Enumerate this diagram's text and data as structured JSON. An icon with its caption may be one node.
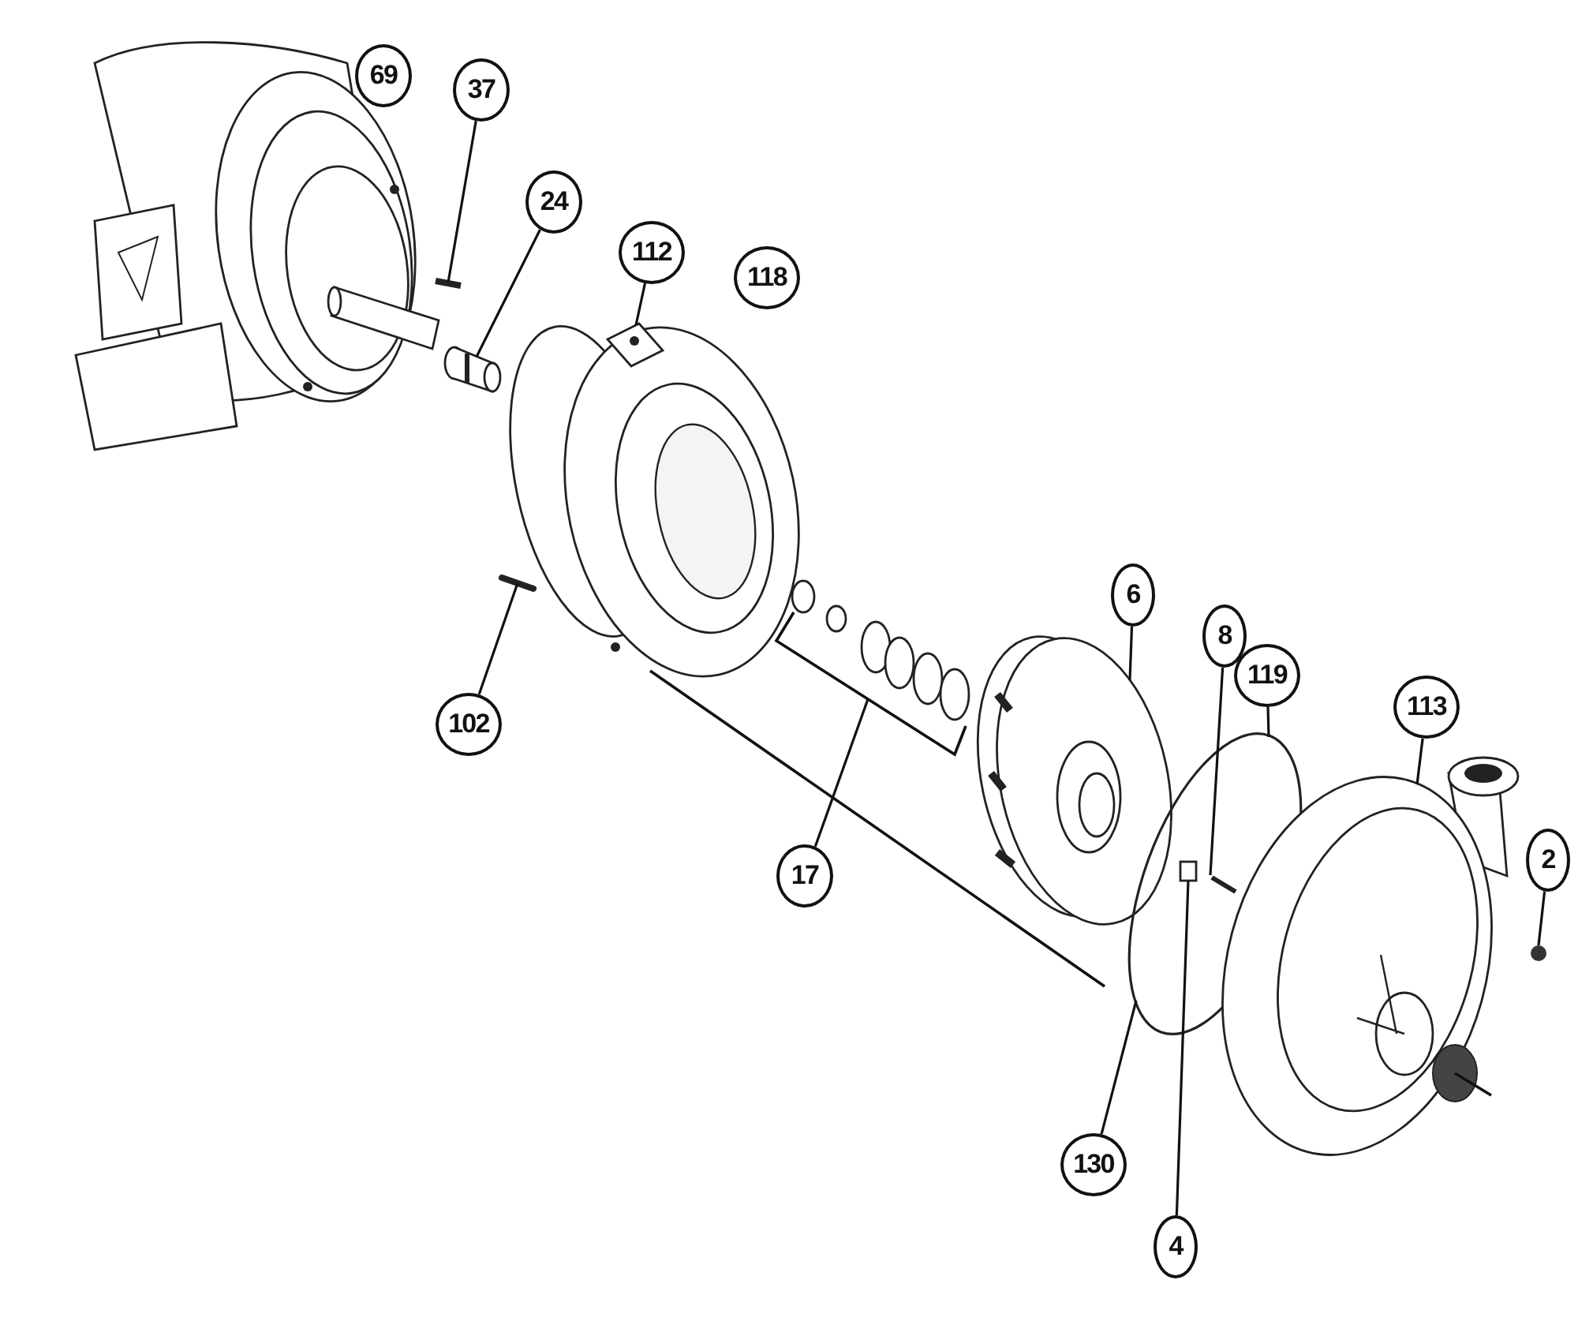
{
  "diagram": {
    "nodes": [
      {
        "text": [
          "69"
        ]
      },
      {
        "text": [
          "37"
        ]
      },
      {
        "text": [
          "24"
        ]
      },
      {
        "text": [
          "112"
        ]
      },
      {
        "text": [
          "118"
        ]
      },
      {
        "text": [
          "102"
        ]
      },
      {
        "text": [
          "6"
        ]
      },
      {
        "text": [
          "8"
        ]
      },
      {
        "text": [
          "119"
        ]
      },
      {
        "text": [
          "113"
        ]
      },
      {
        "text": [
          "17"
        ]
      },
      {
        "text": [
          "2"
        ]
      },
      {
        "text": [
          "130"
        ]
      },
      {
        "text": [
          "4"
        ]
      },
      {
        "text": [],
        "shape": "picture"
      },
      {
        "text": [],
        "shape": "picture"
      },
      {
        "text": [],
        "shape": "picture"
      },
      {
        "text": [],
        "shape": "picture"
      },
      {
        "text": [],
        "shape": "picture"
      },
      {
        "text": [],
        "shape": "picture"
      },
      {
        "text": [],
        "shape": "picture"
      },
      {
        "text": [],
        "shape": "picture",
        "in": 20
      },
      {
        "text": [],
        "shape": "box",
        "in": 20
      },
      {
        "text": [],
        "shape": "picture"
      },
      {
        "text": [],
        "shape": "circle"
      }
    ],
    "edges": [
      {
        "from": 1,
        "to": 14,
        "arrow": "none"
      },
      {
        "from": 2,
        "to": 15,
        "arrow": "none"
      },
      {
        "from": 3,
        "to": 16,
        "arrow": "none"
      },
      {
        "from": 5,
        "to": 17,
        "arrow": "none"
      },
      {
        "from": 6,
        "to": 19,
        "arrow": "none"
      },
      {
        "from": 7,
        "to": 21,
        "arrow": "none"
      },
      {
        "from": 8,
        "to": 20,
        "arrow": "none"
      },
      {
        "from": 9,
        "to": 23,
        "arrow": "none"
      },
      {
        "from": 10,
        "to": 18,
        "arrow": "none"
      },
      {
        "from": 11,
        "to": 24,
        "arrow": "none"
      },
      {
        "from": 12,
        "to": 20,
        "arrow": "none"
      },
      {
        "from": 13,
        "to": 22,
        "arrow": "none"
      }
    ]
  }
}
